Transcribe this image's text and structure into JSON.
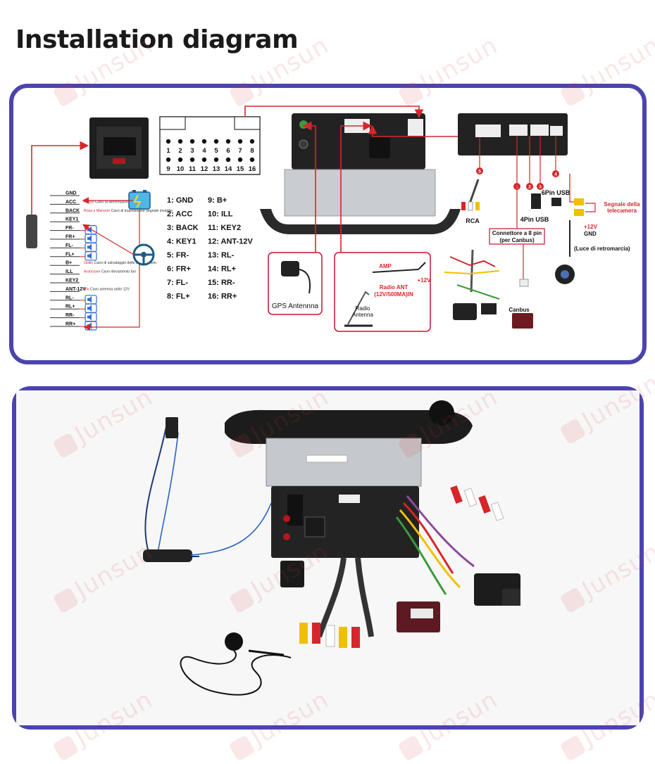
{
  "page_title": "Installation diagram",
  "watermark": "Junsun",
  "colors": {
    "panel_border": "#4b44ad",
    "wire_red": "#d7262b",
    "box_border": "#c8102e",
    "speaker_blue": "#2b6fd6"
  },
  "harness_pins": [
    {
      "name": "GND",
      "note_color": "",
      "note": "",
      "speaker": false
    },
    {
      "name": "ACC",
      "note_color": "Rosso",
      "note": "Cavo di alimentazione positivo",
      "speaker": false
    },
    {
      "name": "BACK",
      "note_color": "Rosa o Marrone",
      "note": "Cavo di trasmissione segnale invertito",
      "speaker": false
    },
    {
      "name": "KEY1",
      "note_color": "",
      "note": "",
      "speaker": false
    },
    {
      "name": "FR-",
      "note_color": "",
      "note": "",
      "speaker": true
    },
    {
      "name": "FR+",
      "note_color": "",
      "note": "",
      "speaker": true
    },
    {
      "name": "FL-",
      "note_color": "",
      "note": "",
      "speaker": true
    },
    {
      "name": "FL+",
      "note_color": "",
      "note": "",
      "speaker": true
    },
    {
      "name": "B+",
      "note_color": "Giallo",
      "note": "Cavo di salvataggio delle impostazioni",
      "speaker": false
    },
    {
      "name": "ILL",
      "note_color": "Arancione",
      "note": "Cavo rilevamento fari",
      "speaker": false
    },
    {
      "name": "KEY2",
      "note_color": "",
      "note": "",
      "speaker": false
    },
    {
      "name": "ANT-12V",
      "note_color": "Blu",
      "note": "Cavo antenna radio 12V",
      "speaker": false
    },
    {
      "name": "RL-",
      "note_color": "",
      "note": "",
      "speaker": true
    },
    {
      "name": "RL+",
      "note_color": "",
      "note": "",
      "speaker": true
    },
    {
      "name": "RR-",
      "note_color": "",
      "note": "",
      "speaker": true
    },
    {
      "name": "RR+",
      "note_color": "",
      "note": "",
      "speaker": true
    }
  ],
  "connector_top_numbers": [
    "1",
    "2",
    "3",
    "4",
    "5",
    "6",
    "7",
    "8"
  ],
  "connector_bottom_numbers": [
    "9",
    "10",
    "11",
    "12",
    "13",
    "14",
    "15",
    "16"
  ],
  "pin_table_left": [
    "1:  GND",
    "2:  ACC",
    "3:  BACK",
    "4:  KEY1",
    "5:  FR-",
    "6:  FR+",
    "7:  FL-",
    "8:  FL+"
  ],
  "pin_table_right": [
    "9:   B+",
    "10:  ILL",
    "11:  KEY2",
    "12:  ANT-12V",
    "13:  RL-",
    "14:  RL+",
    "15:  RR-",
    "16:  RR+"
  ],
  "labels": {
    "gps": "GPS Antennna",
    "amp": "AMP",
    "radio_ant_line1": "Radio ANT",
    "radio_ant_line2": "(12V/500MA)IN",
    "plus12v": "+12V",
    "radio_antenna_line1": "Radio",
    "radio_antenna_line2": "Antenna",
    "rca": "RCA",
    "usb4": "4Pin USB",
    "usb6": "6Pin USB",
    "canbus_conn_line1": "Connettore a 8 pin",
    "canbus_conn_line2": "(per Canbus)",
    "canbus": "Canbus",
    "camera_signal_line1": "Segnale della",
    "camera_signal_line2": "telecamera",
    "cam_plus12v": "+12V",
    "cam_gnd": "GND",
    "reverse_light": "(Luce di retromarcia)",
    "badge_1": "1",
    "badge_2": "2",
    "badge_3": "3",
    "badge_4": "4",
    "badge_5": "5"
  }
}
